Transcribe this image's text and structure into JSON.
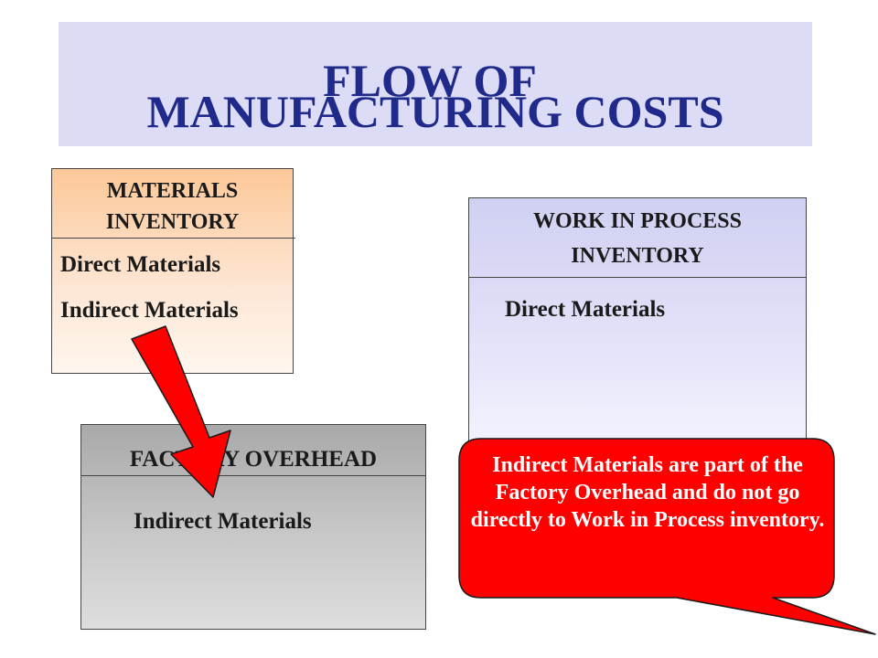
{
  "title": {
    "line1": "FLOW OF",
    "line2": "MANUFACTURING COSTS"
  },
  "materials_inventory": {
    "header_line1": "MATERIALS",
    "header_line2": "INVENTORY",
    "items": [
      "Direct Materials",
      "Indirect Materials"
    ]
  },
  "work_in_process": {
    "header_line1": "WORK IN PROCESS",
    "header_line2": "INVENTORY",
    "items": [
      "Direct Materials"
    ]
  },
  "factory_overhead": {
    "header": "FACTORY OVERHEAD",
    "items": [
      "Indirect Materials"
    ]
  },
  "callout": {
    "text": "Indirect Materials are part of the Factory Overhead and do not go directly to Work in Process inventory."
  },
  "colors": {
    "title_text": "#1f2a8a",
    "title_band": "#dcdcf6",
    "arrow": "#ff0000",
    "callout": "#ff0000"
  }
}
